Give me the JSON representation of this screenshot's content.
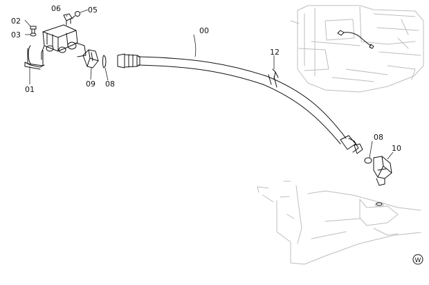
{
  "diagram": {
    "callouts": {
      "hose": "00",
      "bracket": "01",
      "bolt": "02",
      "washer": "03",
      "plug_a": "05",
      "plug_b": "06",
      "oring_upper": "08",
      "oring_lower": "08",
      "elbow_upper": "09",
      "elbow_lower": "10",
      "clamp": "12"
    },
    "mark": "W"
  }
}
